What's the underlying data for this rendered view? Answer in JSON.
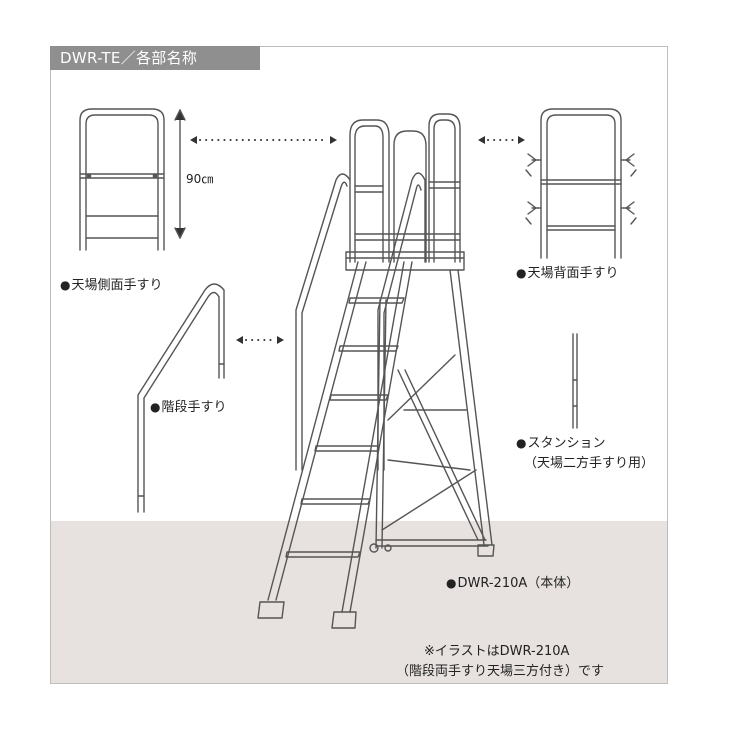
{
  "header": {
    "title": "DWR-TE／各部名称"
  },
  "labels": {
    "platform_side_handrail": "天場側面手すり",
    "platform_back_handrail": "天場背面手すり",
    "stair_handrail": "階段手すり",
    "stanchion": "スタンション",
    "stanchion_note": "（天場二方手すり用）",
    "main_body": "DWR-210A（本体）"
  },
  "dimension": {
    "height_label": "90㎝"
  },
  "footnote": {
    "line1": "※イラストはDWR-210A",
    "line2": "（階段両手すり天場三方付き）です"
  },
  "bullet_symbol": "●",
  "colors": {
    "line": "#555555",
    "title_bg": "#8f8f8f",
    "floor": "#e7e2df"
  }
}
